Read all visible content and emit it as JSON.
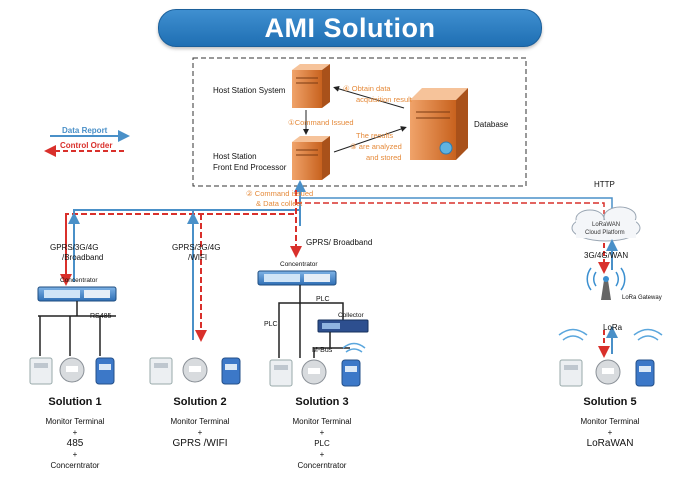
{
  "title": "AMI Solution",
  "host": {
    "station_system": "Host Station System",
    "front_end_l1": "Host Station",
    "front_end_l2": "Front End Processor",
    "database": "Database",
    "step1": "①Command Issued",
    "step2_l1": "② Command issued",
    "step2_l2": "& Data collect",
    "step3_l1": "The results",
    "step3_l2": "③ are analyzed",
    "step3_l3": "and stored",
    "step4_l1": "④ Obtain data",
    "step4_l2": "acquisition result"
  },
  "legend": {
    "data_report": "Data Report",
    "control_order": "Control Order",
    "data_report_color": "#4a90c8",
    "control_order_color": "#d9302b"
  },
  "links": {
    "gprs_broadband_l1": "GPRS/3G/4G",
    "gprs_broadband_l2": "/Broadband",
    "gprs_wifi_l1": "GPRS/3G/4G",
    "gprs_wifi_l2": "/WIFI",
    "gprs_broadband3": "GPRS/ Broadband",
    "http": "HTTP",
    "lora_uplink": "3G/4G/WAN",
    "lora": "LoRa",
    "plc": "PLC",
    "mbus": "M-Bus"
  },
  "devices": {
    "concentrator": "Concentrator",
    "rs485": "RS485",
    "collector": "Collector",
    "cloud_l1": "LoRaWAN",
    "cloud_l2": "Cloud Platform",
    "lora_gateway": "LoRa Gateway"
  },
  "solutions": [
    {
      "title": "Solution 1",
      "lines": [
        "Monitor Terminal",
        "+",
        "485",
        "+",
        "Concerntrator"
      ]
    },
    {
      "title": "Solution 2",
      "lines": [
        "Monitor Terminal",
        "+",
        "GPRS /WIFI"
      ]
    },
    {
      "title": "Solution 3",
      "lines": [
        "Monitor Terminal",
        "+",
        "PLC",
        "+",
        "Concerntrator"
      ]
    },
    {
      "title": "Solution 5",
      "lines": [
        "Monitor Terminal",
        "+",
        "LoRaWAN"
      ]
    }
  ]
}
